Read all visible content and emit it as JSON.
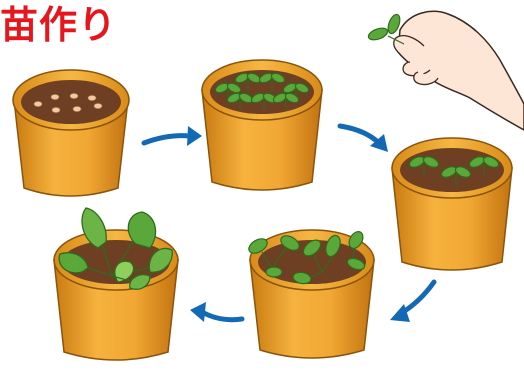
{
  "title": {
    "text": "苗作り"
  },
  "colors": {
    "title": "#e5161c",
    "pot_light": "#f6b23e",
    "pot_mid": "#e89a21",
    "pot_dark": "#c97a10",
    "rim": "#f3a935",
    "soil": "#6e3f22",
    "soil_dark": "#4e2a16",
    "seed": "#f4c9a0",
    "leaf": "#5aa83a",
    "leaf_dark": "#2f6b1f",
    "leaf_light": "#8fcf5c",
    "arrow": "#1469b4",
    "skin": "#fde6d6",
    "skin_outline": "#3a2a22"
  },
  "steps": [
    {
      "id": "seeds",
      "icon": "pot-with-seeds-icon"
    },
    {
      "id": "sprouts",
      "icon": "pot-with-sprouts-icon"
    },
    {
      "id": "thinned",
      "icon": "pot-with-thinned-sprouts-icon"
    },
    {
      "id": "seedlings",
      "icon": "pot-with-seedlings-icon"
    },
    {
      "id": "grown",
      "icon": "pot-with-grown-seedling-icon"
    }
  ]
}
